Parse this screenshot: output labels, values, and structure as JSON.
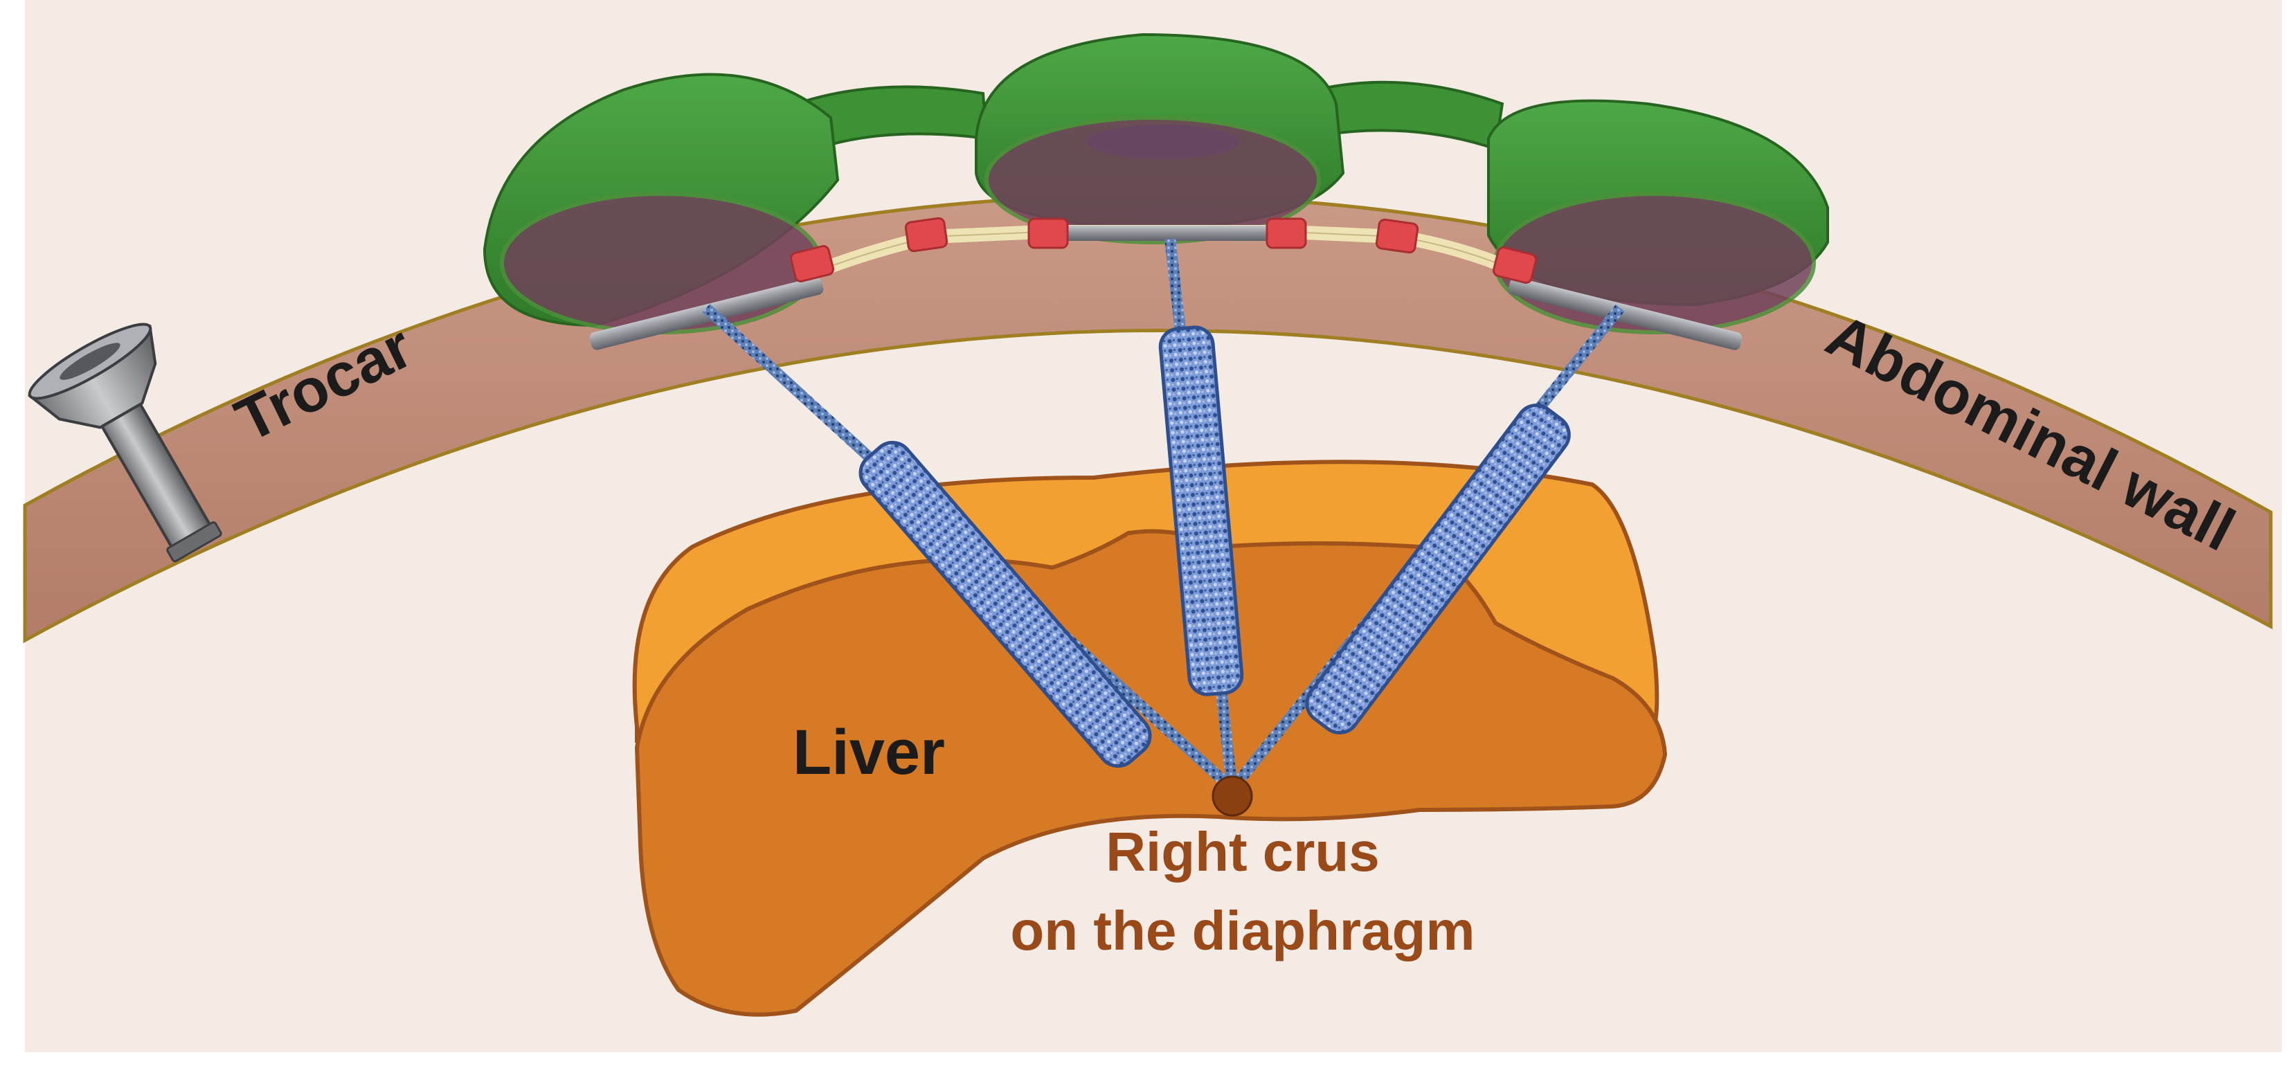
{
  "labels": {
    "trocar": "Trocar",
    "abdominal_wall": "Abdominal wall",
    "liver": "Liver",
    "crus_line1": "Right crus",
    "crus_line2": "on the diaphragm"
  },
  "colors": {
    "wall_fill": "#b98672",
    "wall_edge": "#a07f23",
    "abdomen_bg": "#f3ebe4",
    "liver_light": "#f3a033",
    "liver_dark": "#d77a25",
    "liver_edge": "#a0521b",
    "device_green": "#3d9236",
    "device_green_dark": "#26641f",
    "well_purple": "#71425a",
    "rod_gray": "#8d9196",
    "joint_red": "#e0484c",
    "link_cream": "#eee3b4",
    "mesh_blue": "#7d9ad9",
    "mesh_edge": "#2f4e8e",
    "crus_dot": "#8a4011",
    "label_dark": "#1b1b1b",
    "label_brown": "#9a4a18"
  },
  "icons": {
    "trocar": "trocar-icon"
  }
}
